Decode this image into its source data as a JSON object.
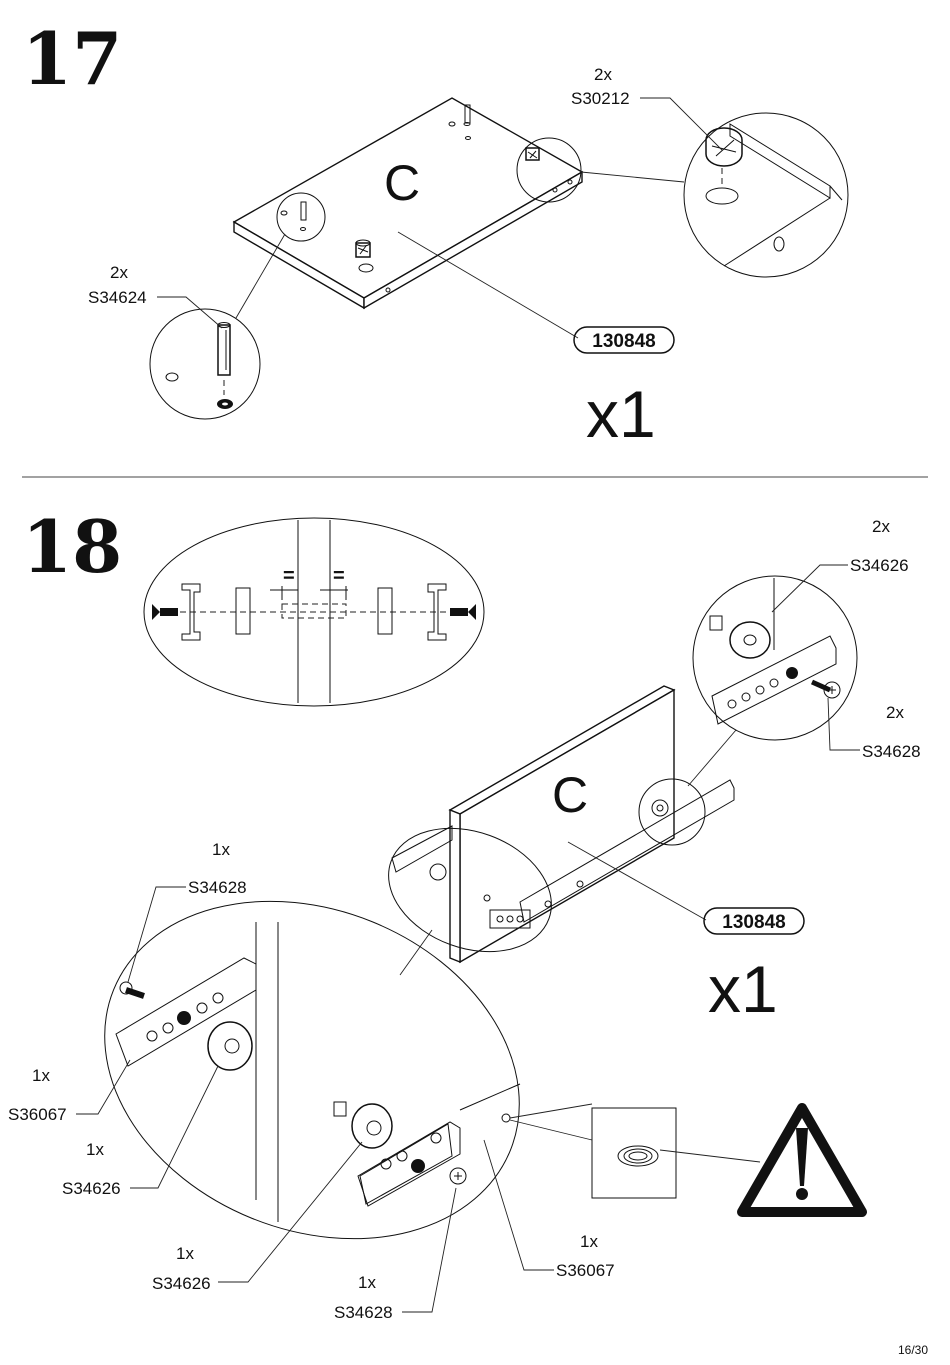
{
  "page": {
    "number": "16/30"
  },
  "step17": {
    "step_number": "17",
    "panel_letter": "C",
    "part_number": "130848",
    "quantity": "x1",
    "callouts": [
      {
        "qty": "2x",
        "code": "S30212"
      },
      {
        "qty": "2x",
        "code": "S34624"
      }
    ]
  },
  "step18": {
    "step_number": "18",
    "panel_letter": "C",
    "part_number": "130848",
    "quantity": "x1",
    "equal_sign": "=",
    "callouts": [
      {
        "qty": "2x",
        "code": "S34626"
      },
      {
        "qty": "2x",
        "code": "S34628"
      },
      {
        "qty": "1x",
        "code": "S34628"
      },
      {
        "qty": "1x",
        "code": "S36067"
      },
      {
        "qty": "1x",
        "code": "S34626"
      },
      {
        "qty": "1x",
        "code": "S34626"
      },
      {
        "qty": "1x",
        "code": "S34628"
      },
      {
        "qty": "1x",
        "code": "S36067"
      }
    ],
    "warning_icon": "warning-triangle-icon"
  }
}
